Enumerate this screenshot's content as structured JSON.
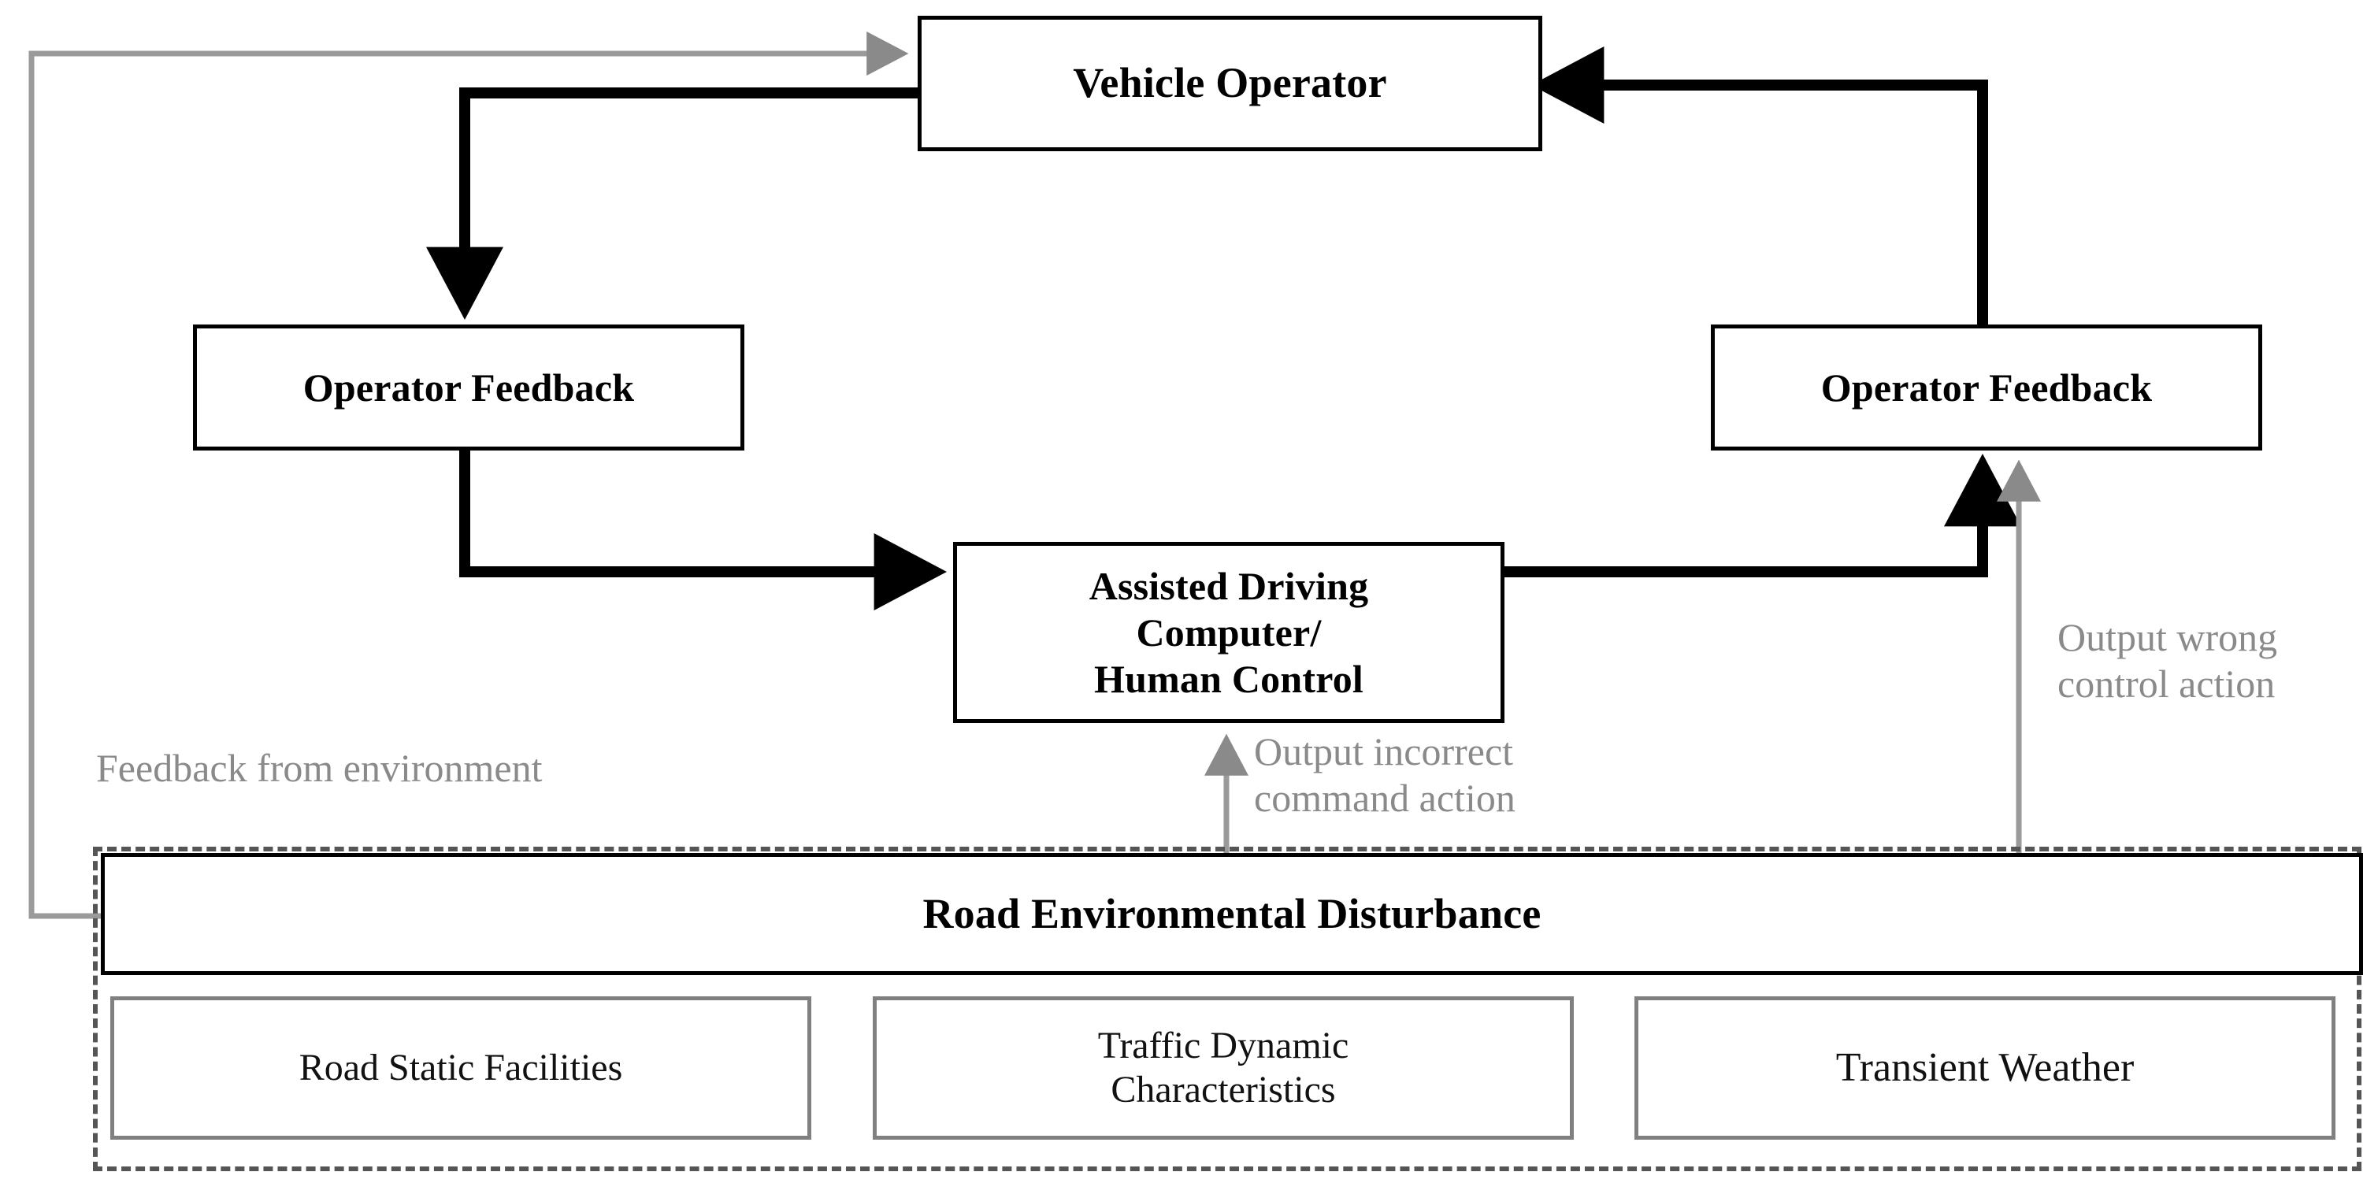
{
  "diagram": {
    "title": "Assisted driving control structure with road environmental disturbance",
    "type": "control-loop-block-diagram",
    "colors": {
      "solid_stroke": "#000000",
      "sub_box_stroke": "#808080",
      "annotation_gray": "#8a8a8a",
      "dashed_group_stroke": "#555555",
      "background": "#ffffff"
    },
    "nodes": [
      {
        "id": "vehicle-operator",
        "label": "Vehicle Operator",
        "style": "solid"
      },
      {
        "id": "operator-feedback-left",
        "label": "Operator Feedback",
        "style": "solid"
      },
      {
        "id": "operator-feedback-right",
        "label": "Operator Feedback",
        "style": "solid"
      },
      {
        "id": "assisted-driving",
        "label": "Assisted Driving\nComputer/\nHuman Control",
        "style": "solid"
      },
      {
        "id": "road-disturbance",
        "label": "Road Environmental Disturbance",
        "style": "solid"
      },
      {
        "id": "road-static-facilities",
        "label": "Road Static Facilities",
        "style": "sub"
      },
      {
        "id": "traffic-dynamic",
        "label": "Traffic Dynamic\nCharacteristics",
        "style": "sub"
      },
      {
        "id": "transient-weather",
        "label": "Transient Weather",
        "style": "sub"
      }
    ],
    "annotations": [
      {
        "id": "feedback-from-environment",
        "text": "Feedback from environment",
        "color": "gray"
      },
      {
        "id": "output-incorrect-command",
        "text": "Output incorrect\ncommand action",
        "color": "gray"
      },
      {
        "id": "output-wrong-control",
        "text": "Output wrong\ncontrol action",
        "color": "gray"
      }
    ],
    "edges": [
      {
        "id": "edge-operator-to-feedback-left",
        "from": "vehicle-operator",
        "to": "operator-feedback-left",
        "color": "black"
      },
      {
        "id": "edge-feedback-left-to-assisted",
        "from": "operator-feedback-left",
        "to": "assisted-driving",
        "color": "black"
      },
      {
        "id": "edge-assisted-to-feedback-right",
        "from": "assisted-driving",
        "to": "operator-feedback-right",
        "color": "black"
      },
      {
        "id": "edge-feedback-right-to-operator",
        "from": "operator-feedback-right",
        "to": "vehicle-operator",
        "color": "black"
      },
      {
        "id": "edge-road-to-operator",
        "from": "road-disturbance",
        "to": "vehicle-operator",
        "color": "gray",
        "label": "Feedback from environment"
      },
      {
        "id": "edge-road-to-assisted",
        "from": "road-disturbance",
        "to": "assisted-driving",
        "color": "gray",
        "label": "Output incorrect command action"
      },
      {
        "id": "edge-road-to-feedback-right",
        "from": "road-disturbance",
        "to": "operator-feedback-right",
        "color": "gray",
        "label": "Output wrong control action"
      }
    ]
  }
}
